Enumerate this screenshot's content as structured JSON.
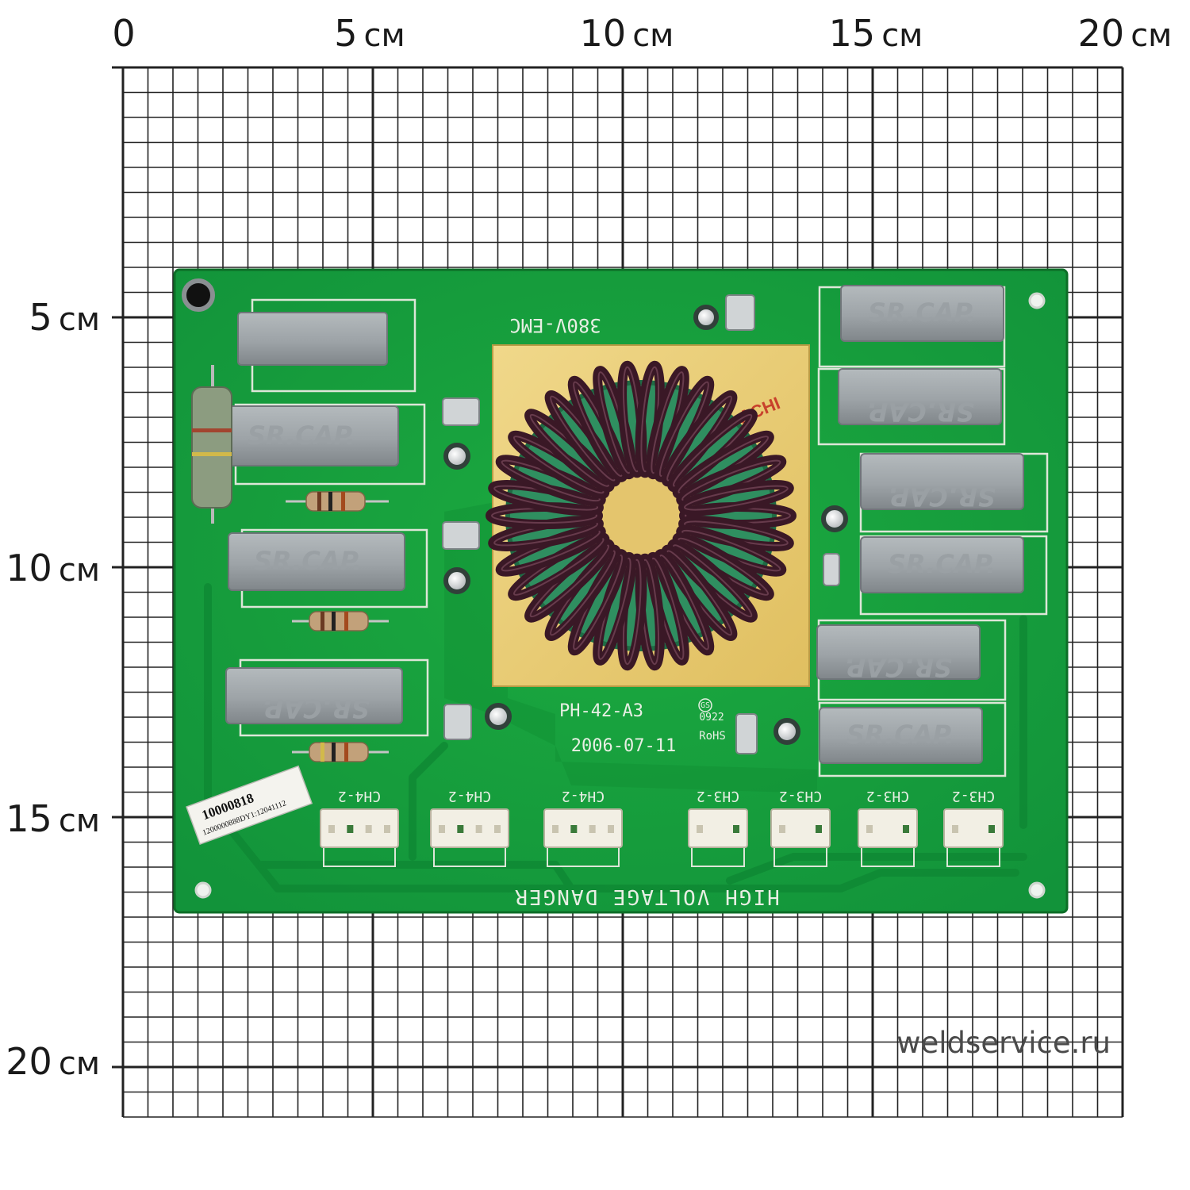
{
  "scale": {
    "x_labels": [
      {
        "num": "0",
        "unit": ""
      },
      {
        "num": "5",
        "unit": "см"
      },
      {
        "num": "10",
        "unit": "см"
      },
      {
        "num": "15",
        "unit": "см"
      },
      {
        "num": "20",
        "unit": "см"
      }
    ],
    "y_labels": [
      {
        "num": "5",
        "unit": "см"
      },
      {
        "num": "10",
        "unit": "см"
      },
      {
        "num": "15",
        "unit": "см"
      },
      {
        "num": "20",
        "unit": "см"
      }
    ]
  },
  "board": {
    "title": "380V-EMC",
    "model": "PH-42-A3",
    "date": "2006-07-11",
    "warning": "HIGH VOLTAGE DANGER",
    "rohs": "RoHS",
    "cert": "0922",
    "gs": "GS",
    "coil_brand": "ACHI",
    "cap_brand": "SR.CAP.",
    "connectors": [
      "CH4-2",
      "CH4-2",
      "CH4-2",
      "CH3-2",
      "CH3-2",
      "CH3-2",
      "CH3-2"
    ],
    "sticker": {
      "serial": "10000818",
      "code": "1200000888DY1:12041112"
    }
  },
  "watermark": "weldservice.ru",
  "colors": {
    "pcb": "#17a23a",
    "pcb_dark": "#0f7c2b",
    "silk": "#e8efe4",
    "cap": "#9da3a7",
    "coil": "#3a1826",
    "plate": "#e7c872",
    "grid": "#222222"
  }
}
